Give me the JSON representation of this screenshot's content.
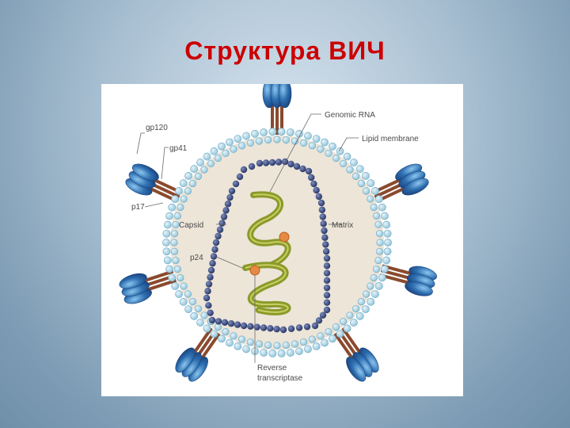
{
  "slide": {
    "title": "Структура ВИЧ"
  },
  "diagram": {
    "labels": {
      "genomic_rna": "Genomic RNA",
      "lipid_membrane": "Lipid membrane",
      "gp120": "gp120",
      "gp41": "gp41",
      "p17": "p17",
      "capsid": "Capsid",
      "matrix": "Matrix",
      "p24": "p24",
      "reverse_transcriptase_line1": "Reverse",
      "reverse_transcriptase_line2": "transcriptase"
    },
    "colors": {
      "title": "#cc0000",
      "virion_fill": "#ece5d8",
      "membrane_bead": "#a9d3e3",
      "capsid_bead": "#33427a",
      "glycoprotein": "#2f6fb0",
      "stalk": "#8a4a2e",
      "rna": "#8a9a2a",
      "enzyme": "#e58a44"
    }
  }
}
